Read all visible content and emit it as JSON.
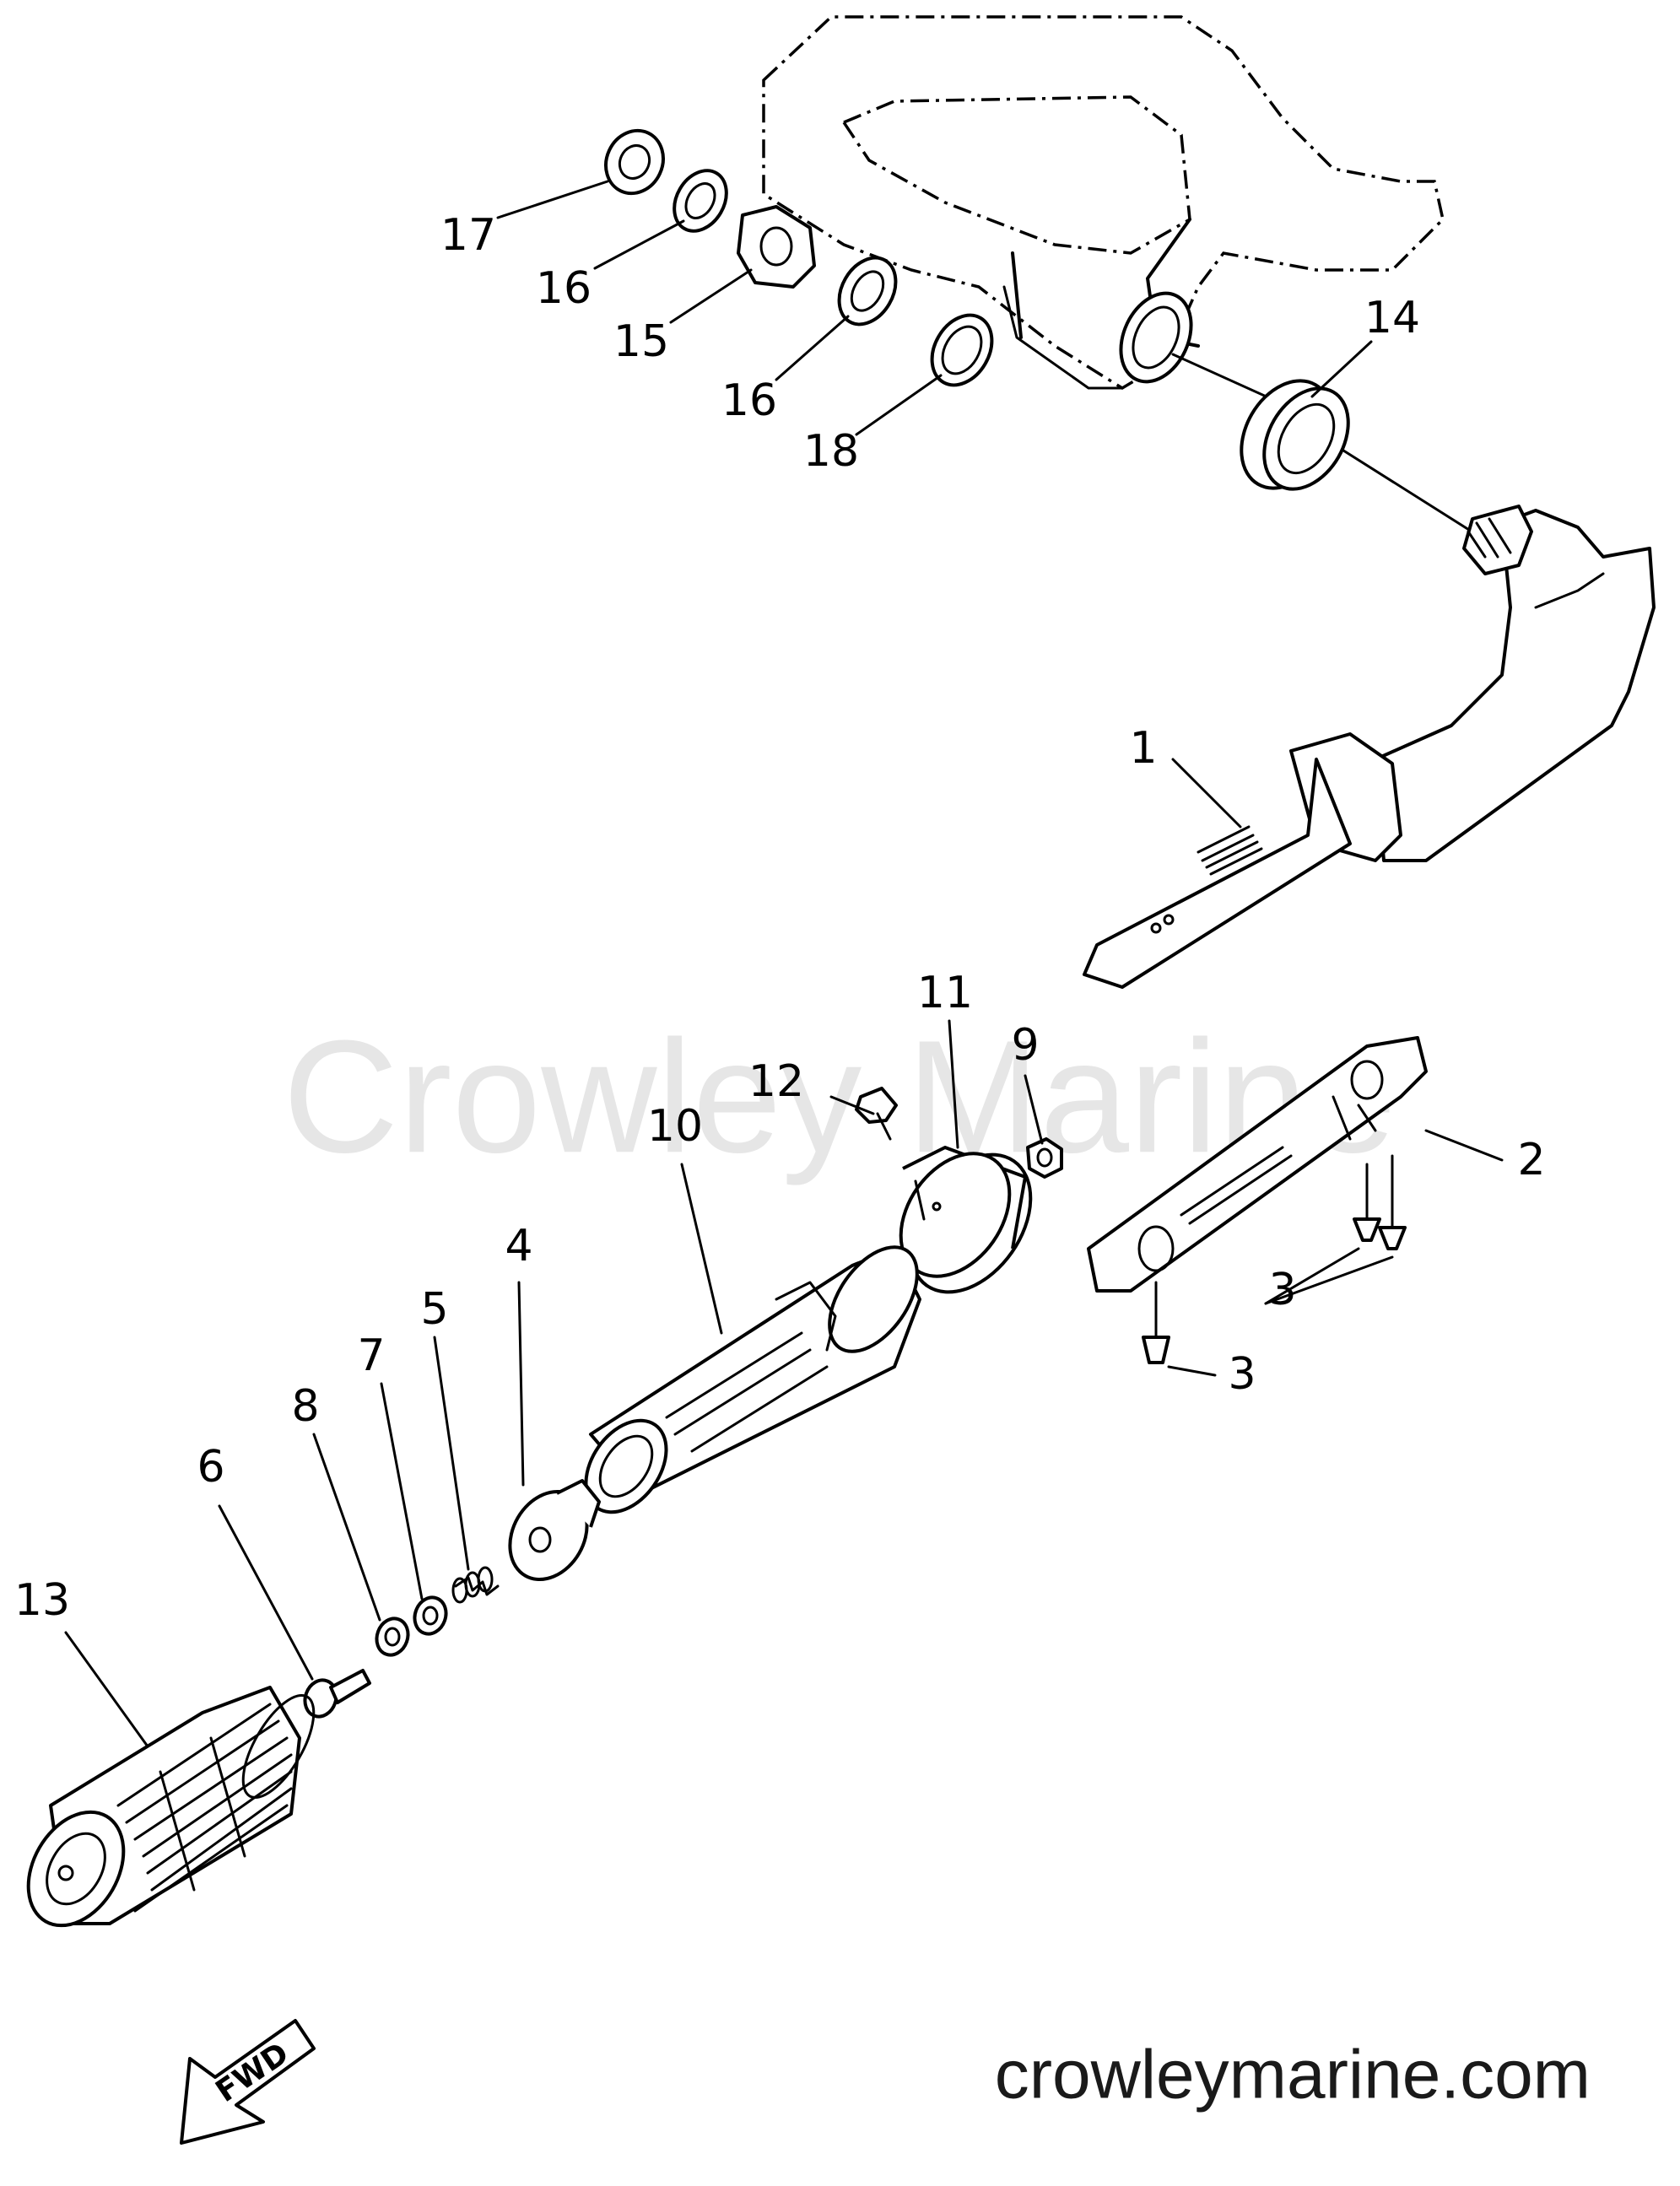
{
  "watermark": "Crowley Marine",
  "site": "crowleymarine.com",
  "direction": "FWD",
  "labels": [
    "17",
    "16",
    "15",
    "16",
    "18",
    "14",
    "1",
    "11",
    "9",
    "12",
    "10",
    "2",
    "4",
    "3",
    "3",
    "5",
    "7",
    "8",
    "6",
    "13"
  ]
}
